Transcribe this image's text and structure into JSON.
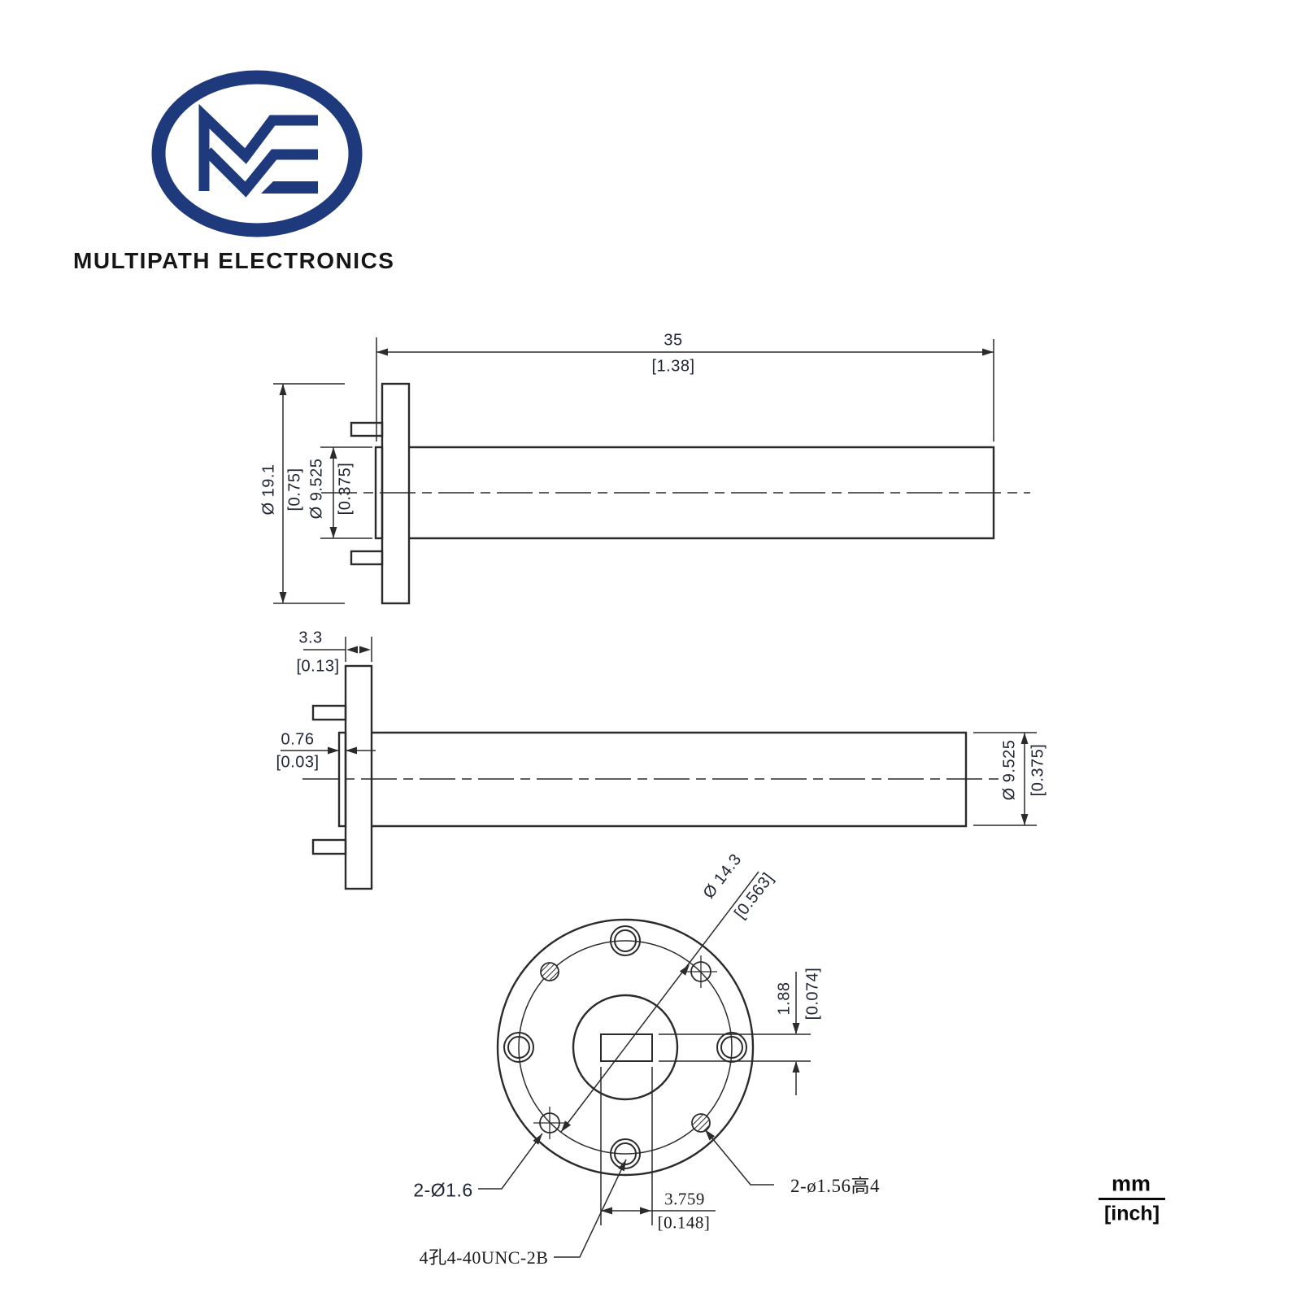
{
  "brand": {
    "name": "MULTIPATH ELECTRONICS"
  },
  "units": {
    "mm": "mm",
    "inch": "[inch]"
  },
  "top_view": {
    "length_mm": "35",
    "length_inch": "[1.38]",
    "flange_dia_mm": "Ø 19.1",
    "flange_dia_inch": "[0.75]",
    "tube_dia_mm": "Ø 9.525",
    "tube_dia_inch": "[0.375]"
  },
  "middle_view": {
    "flange_thickness_mm": "3.3",
    "flange_thickness_inch": "[0.13]",
    "step_thickness_mm": "0.76",
    "step_thickness_inch": "[0.03]",
    "tube_dia_mm": "Ø 9.525",
    "tube_dia_inch": "[0.375]"
  },
  "end_view": {
    "bolt_circle_mm": "Ø 14.3",
    "bolt_circle_inch": "[0.563]",
    "slot_height_mm": "1.88",
    "slot_height_inch": "[0.074]",
    "slot_offset_mm": "3.759",
    "slot_offset_inch": "[0.148]",
    "holes_label": "2-Ø1.6",
    "pins_label": "2-ø1.56高4",
    "thread_label": "4孔4-40UNC-2B"
  },
  "colors": {
    "logo_navy": "#1e3a7c",
    "line": "#2b2b2b",
    "dim_text": "#1f2533"
  }
}
